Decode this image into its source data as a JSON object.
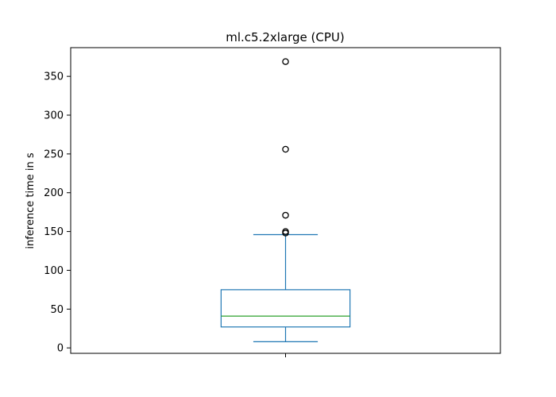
{
  "chart_data": {
    "type": "box",
    "title": "ml.c5.2xlarge (CPU)",
    "xlabel": "",
    "ylabel": "inference time in s",
    "ylim": [
      -7,
      387
    ],
    "yticks": [
      0,
      50,
      100,
      150,
      200,
      250,
      300,
      350
    ],
    "grid": false,
    "legend": "none",
    "boxes": [
      {
        "label": "",
        "whisker_low": 8,
        "q1": 27,
        "median": 41,
        "q3": 75,
        "whisker_high": 146,
        "outliers": [
          148,
          150,
          171,
          256,
          369
        ]
      }
    ],
    "colors": {
      "box": "#1f77b4",
      "median": "#2ca02c",
      "outlier": "#000000",
      "axes": "#000000"
    }
  }
}
